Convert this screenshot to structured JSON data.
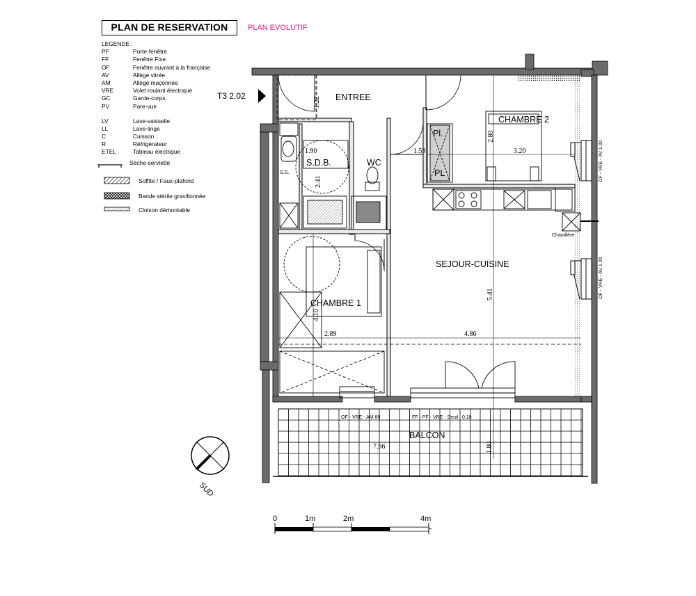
{
  "header": {
    "title": "PLAN DE RESERVATION",
    "subtitle": "PLAN EVOLUTIF",
    "subtitle_color": "#e8157a"
  },
  "legend": {
    "title": "LEGENDE :",
    "codes_1": [
      {
        "code": "PF",
        "desc": "Porte-fenêtre"
      },
      {
        "code": "FF",
        "desc": "Fenêtre Fixe"
      },
      {
        "code": "OF",
        "desc": "Fenêtre ouvrant à la française"
      },
      {
        "code": "AV",
        "desc": "Allège vitrée"
      },
      {
        "code": "AM",
        "desc": "Allège maçonnée"
      },
      {
        "code": "VRE",
        "desc": "Volet roulant électrique"
      },
      {
        "code": "GC",
        "desc": "Garde-corps"
      },
      {
        "code": "PV",
        "desc": "Pare-vue"
      }
    ],
    "codes_2": [
      {
        "code": "LV",
        "desc": "Lave-vaisselle"
      },
      {
        "code": "LL",
        "desc": "Lave-linge"
      },
      {
        "code": "C",
        "desc": "Cuisson"
      },
      {
        "code": "R",
        "desc": "Réfrigérateur"
      },
      {
        "code": "ETEL",
        "desc": "Tableau électrique"
      }
    ],
    "symbols": {
      "seche": "Sèche-serviette",
      "soffite": "Soffite / Faux-plafond",
      "bande": "Bande stérile gravillonnée",
      "cloison": "Cloison démontable"
    }
  },
  "unit": {
    "label": "T3 2.02"
  },
  "rooms": {
    "entree": "ENTREE",
    "chambre2": "CHAMBRE 2",
    "sdb": "S.D.B.",
    "wc": "WC",
    "pl1": "Pl.",
    "pl2": "PL",
    "sejour": "SEJOUR-CUISINE",
    "chambre1": "CHAMBRE 1",
    "balcon": "BALCON",
    "ss": "S.S.",
    "chaudiere": "Chaudière"
  },
  "dims": {
    "entree_v": "1.22",
    "ch2_v": "2.80",
    "ch2_h": "3.20",
    "pl_h": "1.59",
    "sdb_h": "1.90",
    "sdb_v": "2.41",
    "sejour_v": "5.41",
    "ch1_v": "4.10",
    "ch1_h": "2.89",
    "sejour_h": "4.86",
    "balcon_h": "7.96",
    "balcon_v": "1.80"
  },
  "openings": {
    "east_1": "OF - VRE - AV 1.00",
    "east_2": "OF - VRE - AV 1.00",
    "south_1": "OF - VRE - AM 80",
    "south_2": "FF - PF - VRE - Seuil : 0.10"
  },
  "compass": {
    "label": "SUD"
  },
  "scale": {
    "labels": [
      "0",
      "1m",
      "2m",
      "4m"
    ]
  }
}
